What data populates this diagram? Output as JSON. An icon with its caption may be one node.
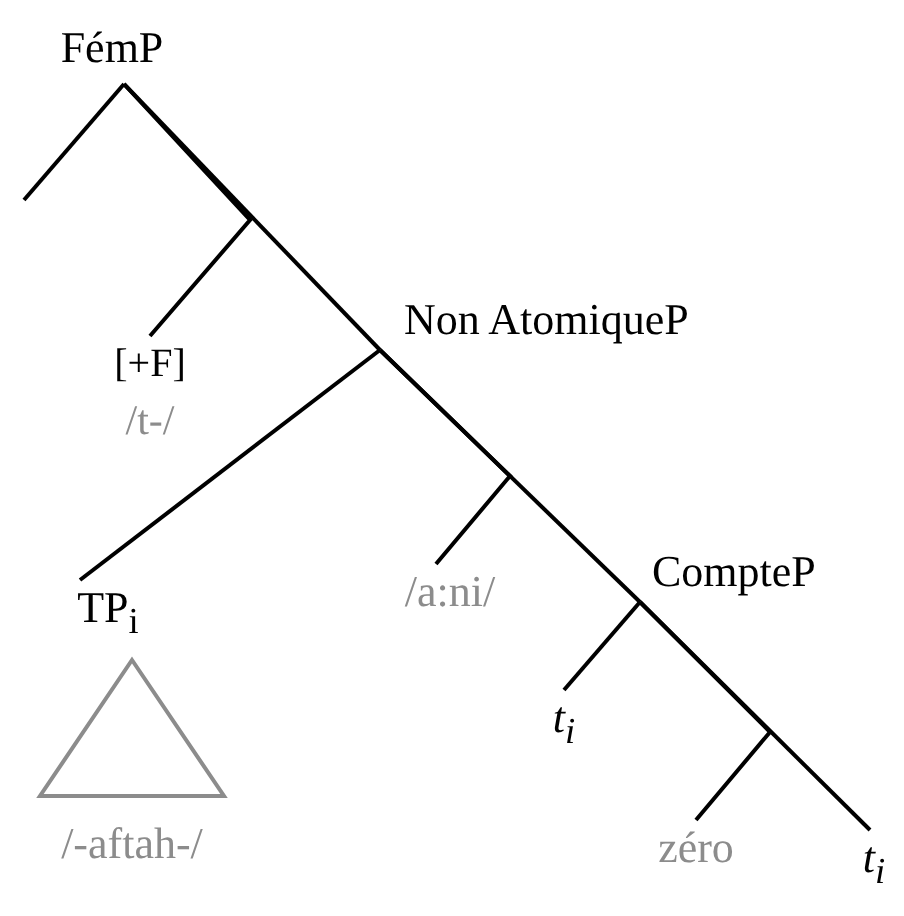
{
  "diagram": {
    "nodes": [
      {
        "text": [
          "FémP"
        ]
      },
      {
        "text": [
          "[+F]",
          "/t-/"
        ]
      },
      {
        "text": [
          "Non AtomiqueP"
        ]
      },
      {
        "text": [
          "TP$_{i}$"
        ]
      },
      {
        "text": [
          "/-aftah-/"
        ]
      },
      {
        "text": [
          "/a:ni/"
        ]
      },
      {
        "text": [
          "CompteP"
        ]
      },
      {
        "text": [
          "t$_{i}$"
        ]
      },
      {
        "text": [
          "zéro"
        ]
      },
      {
        "text": [
          "t$_{i}$"
        ]
      }
    ],
    "edges": [
      {
        "from": 0,
        "to": null,
        "arrow": "none"
      },
      {
        "from": 0,
        "to": 1,
        "arrow": "none"
      },
      {
        "from": 0,
        "to": 2,
        "arrow": "none"
      },
      {
        "from": 2,
        "to": 3,
        "arrow": "none"
      },
      {
        "from": 2,
        "to": 5,
        "arrow": "none"
      },
      {
        "from": 2,
        "to": 6,
        "arrow": "none"
      },
      {
        "from": 6,
        "to": 7,
        "arrow": "none"
      },
      {
        "from": 6,
        "to": 8,
        "arrow": "none"
      },
      {
        "from": 6,
        "to": 9,
        "arrow": "none"
      }
    ]
  }
}
